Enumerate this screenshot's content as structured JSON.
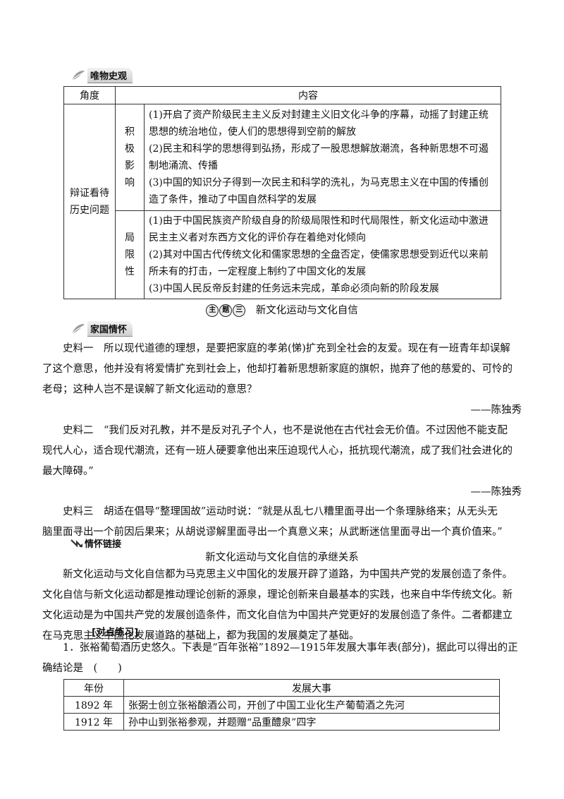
{
  "section1": {
    "tag": "唯物史观"
  },
  "table1": {
    "header": {
      "angle": "角度",
      "content": "内容"
    },
    "angle_label": [
      "辩证看待",
      "历史问题"
    ],
    "positive": {
      "label": [
        "积",
        "极",
        "影",
        "响"
      ],
      "lines": [
        "(1)开启了资产阶级民主主义反对封建主义旧文化斗争的序幕，动摇了封建正统",
        "思想的统治地位，使人们的思想得到空前的解放",
        "(2)民主和科学的思想得到弘扬，形成了一股思想解放潮流，各种新思想不可遏",
        "制地涌流、传播",
        "(3)中国的知识分子得到一次民主和科学的洗礼，为马克思主义在中国的传播创",
        "造了条件，推动了中国自然科学的发展"
      ]
    },
    "limitation": {
      "label": [
        "局",
        "限",
        "性"
      ],
      "lines": [
        "(1)由于中国民族资产阶级自身的阶级局限性和时代局限性，新文化运动中激进",
        "民主主义者对东西方文化的评价存在着绝对化倾向",
        "(2)其对中国古代传统文化和儒家思想的全盘否定，使儒家思想受到近代以来前",
        "所未有的打击，一定程度上制约了中国文化的发展",
        "(3)中国人民反帝反封建的任务远未完成，革命必须向新的阶段发展"
      ]
    }
  },
  "theme": {
    "badge": [
      "主",
      "题",
      "三"
    ],
    "title": "新文化运动与文化自信"
  },
  "section2": {
    "tag": "家国情怀",
    "m1": {
      "lines": [
        "史料一　所以现代道德的理想，是要把家庭的孝弟(悌)扩充到全社会的友爱。现在有一班青年却误解",
        "了这个意思，他并没有将爱情扩充到社会上，他却打着新思想新家庭的旗帜，抛弃了他的慈爱的、可怜的",
        "老母；这种人岂不是误解了新文化运动的意思？"
      ],
      "sign": "——陈独秀"
    },
    "m2": {
      "lines": [
        "史料二　“我们反对孔教，并不是反对孔子个人，也不是说他在古代社会无价值。不过因他不能支配",
        "现代人心，适合现代潮流，还有一班人硬要拿他出来压迫现代人心，抵抗现代潮流，成了我们社会进化的",
        "最大障碍。”"
      ],
      "sign": "——陈独秀"
    },
    "m3": {
      "lines": [
        "史料三　胡适在倡导“整理国故”运动时说：“就是从乱七八糟里面寻出一个条理脉络来；从无头无",
        "脑里面寻出一个前因后果来；从胡说谬解里面寻出一个真意义来；从武断迷信里面寻出一个真价值来。”"
      ]
    }
  },
  "link": {
    "tag": "情怀链接",
    "title": "新文化运动与文化自信的承继关系",
    "lines": [
      "新文化运动与文化自信都为马克思主义中国化的发展开辟了道路，为中国共产党的发展创造了条件。",
      "文化自信与新文化运动都是推动理论创新的源泉，理论创新来自最基本的实践，也来自中华传统文化。新",
      "文化运动是为中国共产党的发展创造条件，而文化自信为中国共产党更好的发展创造了条件。二者都建立",
      "在马克思主义中国化发展道路的基础上，都为我国的发展奠定了基础。"
    ]
  },
  "practice": {
    "tag": "[对点练习]",
    "q1": [
      "1．张裕葡萄酒历史悠久。下表是“百年张裕”1892—1915年发展大事年表(部分)，据此可以得出的正",
      "确结论是　(　　)"
    ],
    "table": {
      "headers": [
        "年份",
        "发展大事"
      ],
      "rows": [
        [
          "1892 年",
          "张弼士创立张裕酿酒公司，开创了中国工业化生产葡萄酒之先河"
        ],
        [
          "1912 年",
          "孙中山到张裕参观，并题赠“品重醴泉”四字"
        ]
      ]
    }
  }
}
